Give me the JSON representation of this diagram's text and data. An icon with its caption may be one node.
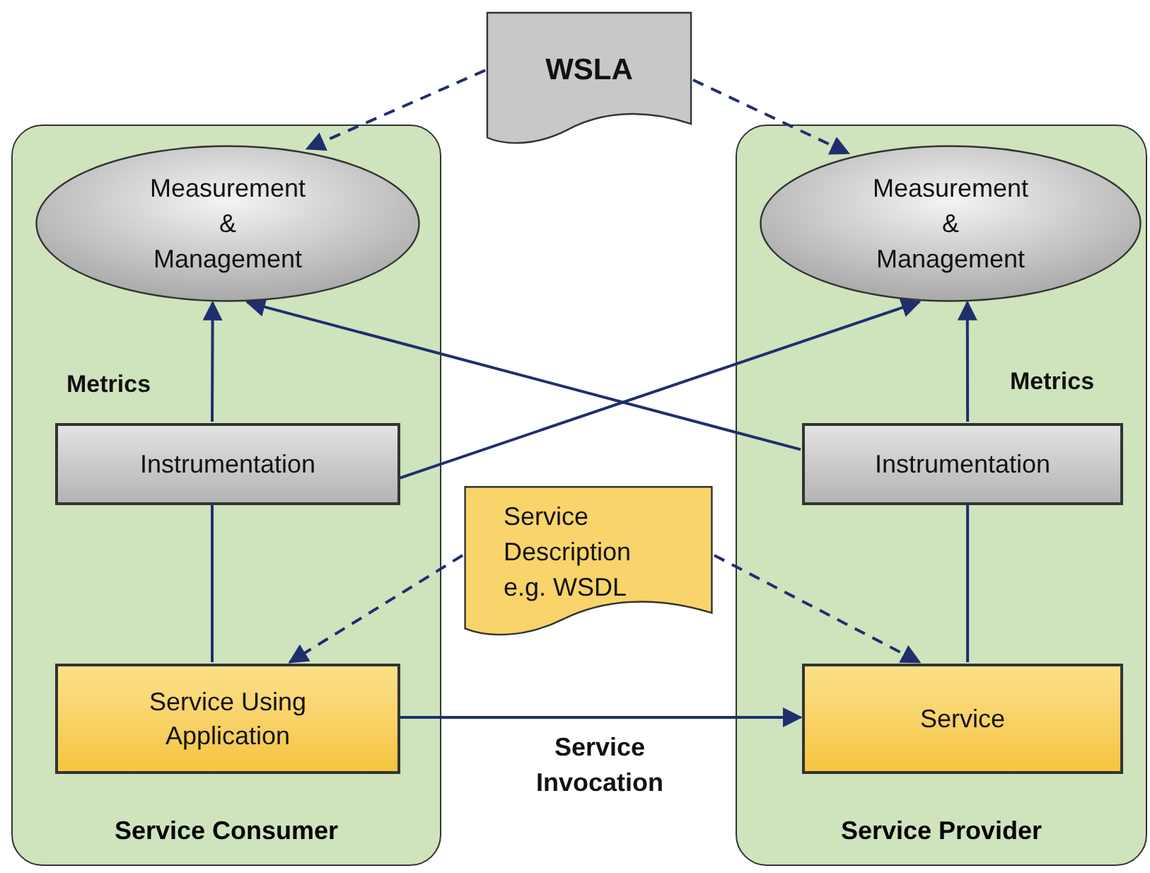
{
  "diagram": {
    "nodes": [
      {
        "text": [
          "Service Consumer"
        ]
      },
      {
        "text": [
          "Measurement & Management"
        ],
        "in": 0
      },
      {
        "text": [
          "Instrumentation"
        ],
        "in": 0
      },
      {
        "text": [
          "Service Using Application"
        ],
        "in": 0
      },
      {
        "text": [
          "Service Provider"
        ]
      },
      {
        "text": [
          "Measurement & Management"
        ],
        "in": 4
      },
      {
        "text": [
          "Instrumentation"
        ],
        "in": 4
      },
      {
        "text": [
          "Service"
        ],
        "in": 4
      },
      {
        "text": [
          "WSLA"
        ]
      },
      {
        "text": [
          "Service Description e.g. WSDL"
        ]
      }
    ],
    "edges": [
      {
        "from": 8,
        "to": 1,
        "arrow": "to",
        "style": "dashed"
      },
      {
        "from": 8,
        "to": 5,
        "arrow": "to",
        "style": "dashed"
      },
      {
        "from": 2,
        "to": 1,
        "arrow": "to"
      },
      {
        "from": 2,
        "to": 5,
        "arrow": "to"
      },
      {
        "from": 6,
        "to": 1,
        "arrow": "to"
      },
      {
        "from": 6,
        "to": 5,
        "arrow": "to"
      },
      {
        "from": 3,
        "to": 2,
        "arrow": "none"
      },
      {
        "from": 7,
        "to": 6,
        "arrow": "none"
      },
      {
        "from": 3,
        "to": 7,
        "arrow": "to",
        "label": "Service Invocation"
      },
      {
        "from": 9,
        "to": 3,
        "arrow": "to",
        "style": "dashed"
      },
      {
        "from": 9,
        "to": 7,
        "arrow": "to",
        "style": "dashed"
      }
    ],
    "labels": [
      "Metrics",
      "Metrics"
    ]
  }
}
